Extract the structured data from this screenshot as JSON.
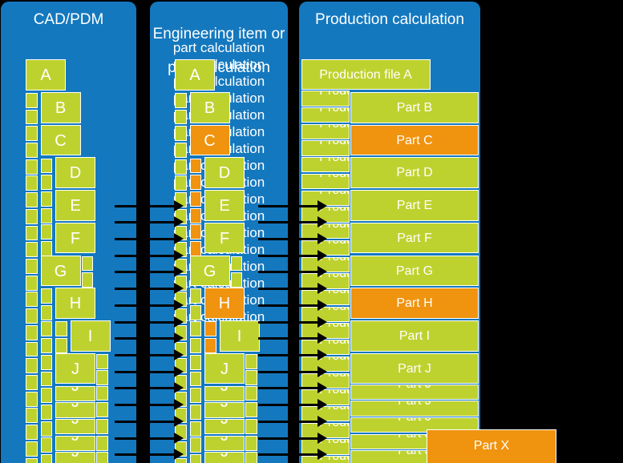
{
  "colors": {
    "panel_blue": "#1478BE",
    "box_green": "#BED22F",
    "highlight_orange": "#F0930F",
    "arrow_black": "#000000",
    "background_black": "#000000",
    "text_white": "#FFFFFF"
  },
  "panels": {
    "cad": {
      "title": "CAD/PDM"
    },
    "engineering": {
      "title_line1": "Engineering item or",
      "title_line2": "part calculation",
      "stacked_title_line": "part calculation",
      "stacked_title_count": 17
    },
    "production": {
      "title": "Production calculation",
      "file_box_label": "Production file A",
      "stacked_file_label": "Production file A",
      "stacked_file_count": 23,
      "part_rows": [
        "Part B",
        "Part C",
        "Part D",
        "Part E",
        "Part F",
        "Part G",
        "Part H",
        "Part I",
        "Part J"
      ],
      "highlighted_part_rows": [
        "Part C",
        "Part H"
      ],
      "stacked_part_label": "Part J",
      "stacked_part_count": 5,
      "floating_part_label": "Part X"
    }
  },
  "tree": {
    "nodes": [
      {
        "label": "A",
        "level": 1
      },
      {
        "label": "B",
        "level": 2
      },
      {
        "label": "C",
        "level": 2
      },
      {
        "label": "D",
        "level": 3
      },
      {
        "label": "E",
        "level": 3
      },
      {
        "label": "F",
        "level": 3
      },
      {
        "label": "G",
        "level": 2,
        "right_squares": 2
      },
      {
        "label": "H",
        "level": 3
      },
      {
        "label": "I",
        "level": 4
      },
      {
        "label": "J",
        "level": 3,
        "right_squares": 2
      }
    ],
    "stacked_node_label": "J",
    "stacked_node_count": 5,
    "middle_highlighted_nodes": [
      "C",
      "H"
    ],
    "middle_highlighted_connectors": "col2 squares beside D-F and col3 squares beside I"
  },
  "arrows": {
    "cad_to_engineering_count": 16,
    "engineering_to_production_count": 16
  }
}
